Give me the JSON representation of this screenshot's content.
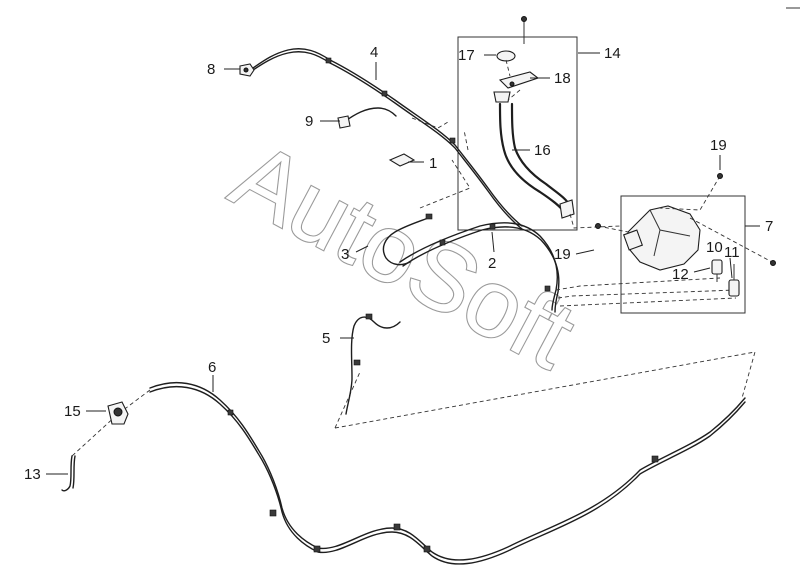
{
  "diagram": {
    "watermark_text": "AutoSoft",
    "callouts": [
      {
        "id": "c1",
        "label": "1"
      },
      {
        "id": "c2",
        "label": "2"
      },
      {
        "id": "c3",
        "label": "3"
      },
      {
        "id": "c4",
        "label": "4"
      },
      {
        "id": "c5",
        "label": "5"
      },
      {
        "id": "c6",
        "label": "6"
      },
      {
        "id": "c7",
        "label": "7"
      },
      {
        "id": "c8",
        "label": "8"
      },
      {
        "id": "c9",
        "label": "9"
      },
      {
        "id": "c10",
        "label": "10"
      },
      {
        "id": "c11",
        "label": "11"
      },
      {
        "id": "c12",
        "label": "12"
      },
      {
        "id": "c13",
        "label": "13"
      },
      {
        "id": "c14",
        "label": "14"
      },
      {
        "id": "c15",
        "label": "15"
      },
      {
        "id": "c16",
        "label": "16"
      },
      {
        "id": "c17",
        "label": "17"
      },
      {
        "id": "c18",
        "label": "18"
      },
      {
        "id": "c19a",
        "label": "19"
      },
      {
        "id": "c19b",
        "label": "19"
      }
    ]
  }
}
